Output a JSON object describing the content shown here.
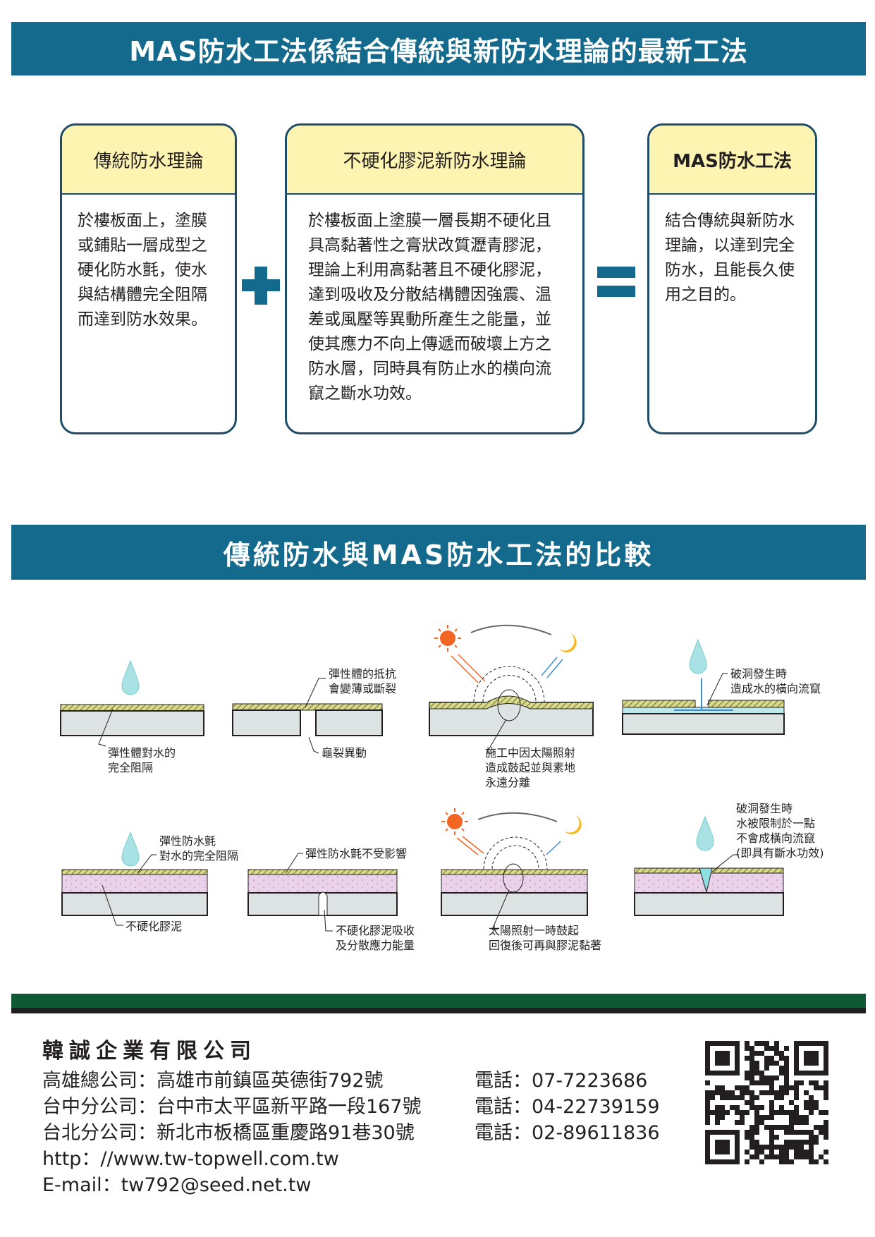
{
  "banner1": "MAS防水工法係結合傳統與新防水理論的最新工法",
  "boxes": [
    {
      "title": "傳統防水理論",
      "body": "於樓板面上，塗膜或鋪貼一層成型之硬化防水氈，使水與結構體完全阻隔而達到防水效果。"
    },
    {
      "title": "不硬化膠泥新防水理論",
      "body": "於樓板面上塗膜一層長期不硬化且具高黏著性之膏狀改質瀝青膠泥，理論上利用高黏著且不硬化膠泥，達到吸收及分散結構體因強震、温差或風壓等異動所產生之能量，並使其應力不向上傳遞而破壞上方之防水層，同時具有防止水的横向流竄之斷水功效。"
    },
    {
      "title": "MAS防水工法",
      "body": "結合傳統與新防水理論，以達到完全防水，且能長久使用之目的。"
    }
  ],
  "operators": {
    "plus": "plus-icon",
    "equals": "equals-icon"
  },
  "banner2": "傳統防水與MAS防水工法的比較",
  "diagrams": {
    "row1": [
      {
        "labels": [
          "彈性體對水的",
          "完全阻隔"
        ]
      },
      {
        "labels_top": [
          "彈性體的抵抗",
          "會變薄或斷裂"
        ],
        "labels_bottom": [
          "龜裂異動"
        ]
      },
      {
        "labels": [
          "施工中因太陽照射",
          "造成鼓起並與素地",
          "永遠分離"
        ]
      },
      {
        "labels": [
          "破洞發生時",
          "造成水的橫向流竄"
        ]
      }
    ],
    "row2": [
      {
        "labels_top": [
          "彈性防水氈",
          "對水的完全阻隔"
        ],
        "labels_bottom": [
          "不硬化膠泥"
        ]
      },
      {
        "labels_top": [
          "彈性防水氈不受影響"
        ],
        "labels_bottom": [
          "不硬化膠泥吸收",
          "及分散應力能量"
        ]
      },
      {
        "labels": [
          "太陽照射一時鼓起",
          "回復後可再與膠泥黏著"
        ]
      },
      {
        "labels": [
          "破洞發生時",
          "水被限制於一點",
          "不會成橫向流竄",
          "(即具有斷水功效)"
        ]
      }
    ]
  },
  "footer": {
    "company": "韓誠企業有限公司",
    "offices": [
      {
        "name": "高雄總公司：高雄市前鎮區英德街792號",
        "tel": "電話：07-7223686"
      },
      {
        "name": "台中分公司：台中市太平區新平路一段167號",
        "tel": "電話：04-22739159"
      },
      {
        "name": "台北分公司：新北市板橋區重慶路91巷30號",
        "tel": "電話：02-89611836"
      }
    ],
    "web": "http：//www.tw-topwell.com.tw",
    "email": "E-mail：tw792@seed.net.tw"
  },
  "colors": {
    "banner": "#136a8c",
    "header_fill": "#fdf4b2",
    "footer_bar": "#0f5a35"
  }
}
